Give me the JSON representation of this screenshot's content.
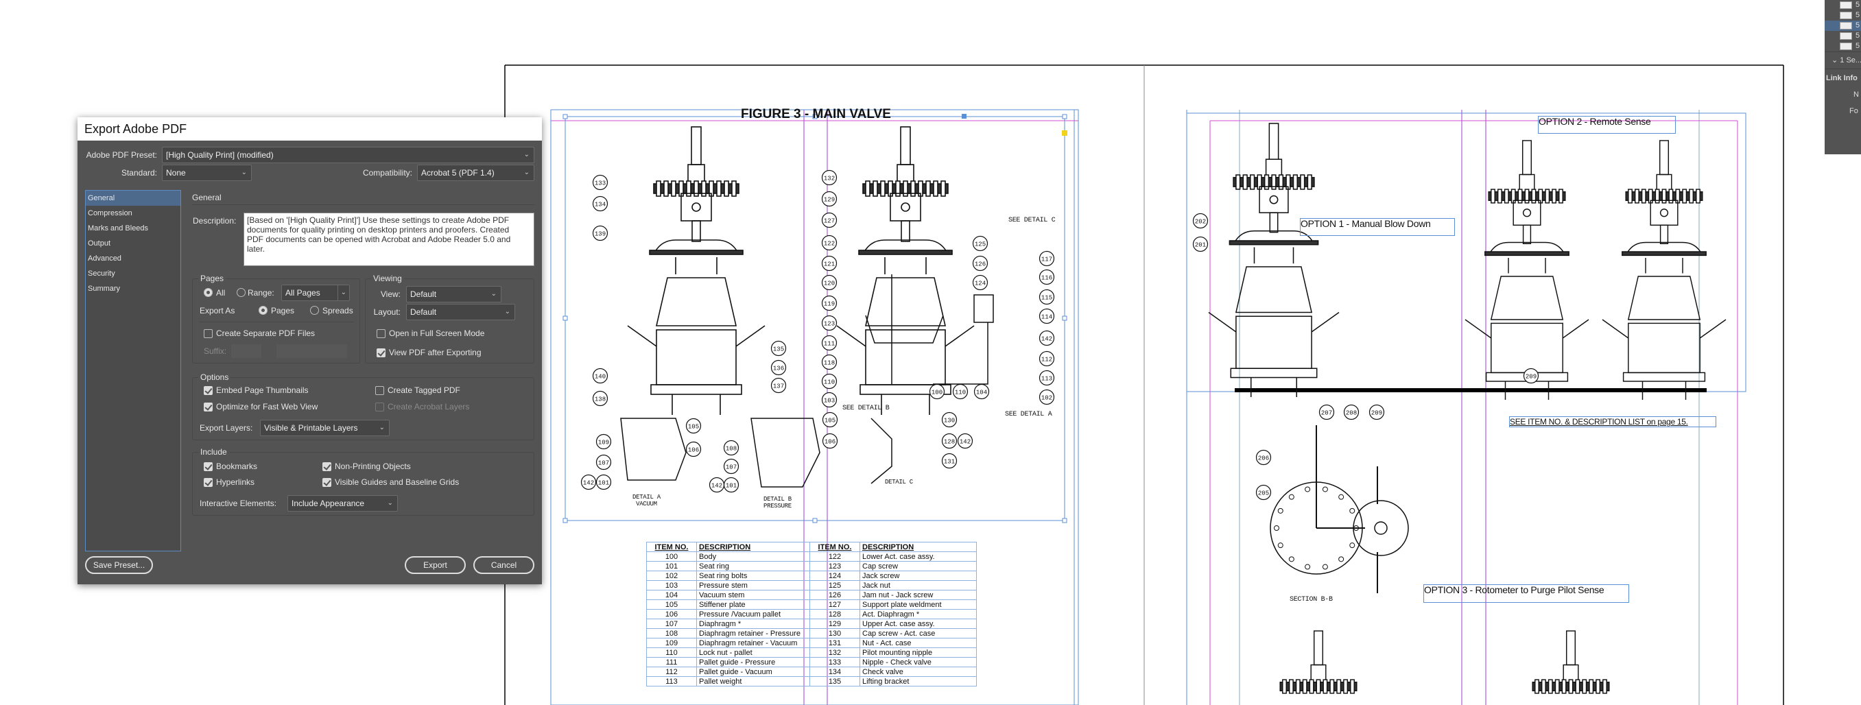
{
  "dialog": {
    "title": "Export Adobe PDF",
    "preset_label": "Adobe PDF Preset:",
    "preset_value": "[High Quality Print] (modified)",
    "standard_label": "Standard:",
    "standard_value": "None",
    "compat_label": "Compatibility:",
    "compat_value": "Acrobat 5 (PDF 1.4)",
    "nav": [
      "General",
      "Compression",
      "Marks and Bleeds",
      "Output",
      "Advanced",
      "Security",
      "Summary"
    ],
    "section_title": "General",
    "description_label": "Description:",
    "description": "[Based on '[High Quality Print]'] Use these settings to create Adobe PDF documents for quality printing on desktop printers and proofers. Created PDF documents can be opened with Acrobat and Adobe Reader 5.0 and later.",
    "pages": {
      "legend": "Pages",
      "all": "All",
      "range": "Range:",
      "range_value": "All Pages",
      "export_as": "Export As",
      "pages_opt": "Pages",
      "spreads_opt": "Spreads",
      "separate": "Create Separate PDF Files",
      "suffix": "Suffix:"
    },
    "viewing": {
      "legend": "Viewing",
      "view_label": "View:",
      "view_value": "Default",
      "layout_label": "Layout:",
      "layout_value": "Default",
      "fullscreen": "Open in Full Screen Mode",
      "view_after": "View PDF after Exporting"
    },
    "options": {
      "legend": "Options",
      "thumbs": "Embed Page Thumbnails",
      "fastweb": "Optimize for Fast Web View",
      "tagged": "Create Tagged PDF",
      "acro_layers": "Create Acrobat Layers",
      "layers_label": "Export Layers:",
      "layers_value": "Visible & Printable Layers"
    },
    "include": {
      "legend": "Include",
      "bookmarks": "Bookmarks",
      "hyperlinks": "Hyperlinks",
      "nonprinting": "Non-Printing Objects",
      "guides": "Visible Guides and Baseline Grids",
      "interactive_label": "Interactive Elements:",
      "interactive_value": "Include Appearance"
    },
    "save_preset": "Save Preset...",
    "export": "Export",
    "cancel": "Cancel"
  },
  "document": {
    "figure_title": "FIGURE 3 - MAIN VALVE",
    "see_detail_c": "SEE DETAIL  C",
    "see_detail_b": "SEE DETAIL  B",
    "see_detail_a": "SEE DETAIL  A",
    "detail_a": "DETAIL  A",
    "detail_a_sub": "VACUUM",
    "detail_b": "DETAIL  B",
    "detail_b_sub": "PRESSURE",
    "detail_c": "DETAIL  C",
    "callouts": [
      "133",
      "134",
      "139",
      "140",
      "138",
      "135",
      "136",
      "137",
      "132",
      "129",
      "127",
      "122",
      "121",
      "120",
      "119",
      "123",
      "111",
      "118",
      "110",
      "103",
      "125",
      "126",
      "124",
      "117",
      "116",
      "115",
      "114",
      "142",
      "112",
      "113",
      "102",
      "100",
      "110",
      "104",
      "105",
      "109",
      "106",
      "107",
      "142",
      "101",
      "105",
      "106",
      "108",
      "107",
      "142",
      "101",
      "130",
      "128",
      "142",
      "131",
      "207",
      "208",
      "209",
      "206",
      "205",
      "202",
      "201",
      "209"
    ],
    "table": {
      "headers": [
        "ITEM NO.",
        "DESCRIPTION",
        "ITEM NO.",
        "DESCRIPTION"
      ],
      "rows": [
        [
          "100",
          "Body",
          "122",
          "Lower Act. case assy."
        ],
        [
          "101",
          "Seat ring",
          "123",
          "Cap screw"
        ],
        [
          "102",
          "Seat ring bolts",
          "124",
          "Jack screw"
        ],
        [
          "103",
          "Pressure stem",
          "125",
          "Jack nut"
        ],
        [
          "104",
          "Vacuum stem",
          "126",
          "Jam nut - Jack screw"
        ],
        [
          "105",
          "Stiffener plate",
          "127",
          "Support plate weldment"
        ],
        [
          "106",
          "Pressure /Vacuum pallet",
          "128",
          "Act. Diaphragm    *"
        ],
        [
          "107",
          "Diaphragm      *",
          "129",
          "Upper Act. case assy."
        ],
        [
          "108",
          "Diaphragm retainer - Pressure",
          "130",
          "Cap screw - Act. case"
        ],
        [
          "109",
          "Diaphragm retainer - Vacuum",
          "131",
          "Nut - Act. case"
        ],
        [
          "110",
          "Lock nut - pallet",
          "132",
          "Pilot mounting nipple"
        ],
        [
          "111",
          "Pallet guide - Pressure",
          "133",
          "Nipple - Check valve"
        ],
        [
          "112",
          "Pallet guide - Vacuum",
          "134",
          "Check valve"
        ],
        [
          "113",
          "Pallet weight",
          "135",
          "Lifting bracket"
        ]
      ]
    },
    "option1": "OPTION 1  -  Manual Blow Down",
    "option2": "OPTION 2  -  Remote Sense",
    "option3": "OPTION 3  - Rotometer to Purge Pilot Sense",
    "see_list": "SEE ITEM NO. & DESCRIPTION LIST on page 15.",
    "section_bb": "SECTION  B-B"
  },
  "panel": {
    "rows": [
      "5",
      "5",
      "5",
      "5",
      "5"
    ],
    "group": "1 Se...",
    "link_info": "Link Info",
    "field1": "N",
    "field2": "Fo"
  },
  "colors": {
    "dialog_bg": "#535353",
    "selection": "#4d6a8c",
    "frame": "#5b8fd6",
    "guide": "#9b3fd0",
    "margin": "#d24bd2"
  }
}
